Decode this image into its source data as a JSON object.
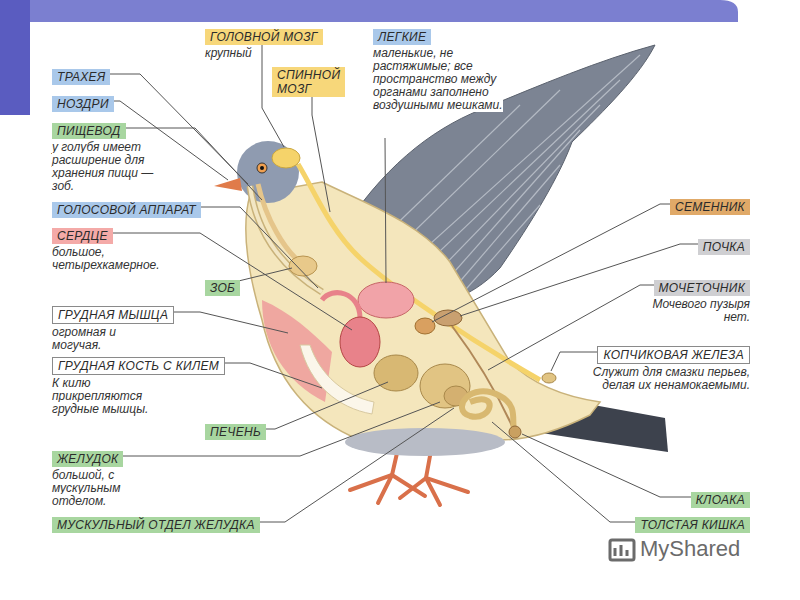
{
  "diagram": {
    "nodes": [
      {
        "text": [
          "ГОЛОВНОЙ МОЗГ",
          "крупный"
        ]
      },
      {
        "text": [
          "ЛЕГКИЕ",
          "маленькие, не растяжимые; все пространство между органами заполнено воздушными мешками."
        ]
      },
      {
        "text": [
          "ТРАХЕЯ"
        ]
      },
      {
        "text": [
          "СПИННОЙ МОЗГ"
        ]
      },
      {
        "text": [
          "НОЗДРИ"
        ]
      },
      {
        "text": [
          "ПИЩЕВОД",
          "у голубя имеет расширение для хранения пищи — зоб."
        ]
      },
      {
        "text": [
          "ГОЛОСОВОЙ АППАРАТ"
        ]
      },
      {
        "text": [
          "СЕРДЦЕ",
          "большое, четырехкамерное."
        ]
      },
      {
        "text": [
          "СЕМЕННИК"
        ]
      },
      {
        "text": [
          "ПОЧКА"
        ]
      },
      {
        "text": [
          "ЗОБ"
        ]
      },
      {
        "text": [
          "МОЧЕТОЧНИК",
          "Мочевого пузыря нет."
        ]
      },
      {
        "text": [
          "ГРУДНАЯ МЫШЦА",
          "огромная и могучая."
        ]
      },
      {
        "text": [
          "ГРУДНАЯ КОСТЬ С КИЛЕМ",
          "К килю прикрепляются грудные мышцы."
        ]
      },
      {
        "text": [
          "КОПЧИКОВАЯ ЖЕЛЕЗА",
          "Служит для смазки перьев, делая их ненамокаемыми."
        ]
      },
      {
        "text": [
          "ПЕЧЕНЬ"
        ]
      },
      {
        "text": [
          "ЖЕЛУДОК",
          "большой, с мускульным отделом."
        ]
      },
      {
        "text": [
          "КЛОАКА"
        ]
      },
      {
        "text": [
          "МУСКУЛЬНЫЙ ОТДЕЛ ЖЕЛУДКА"
        ]
      },
      {
        "text": [
          "ТОЛСТАЯ КИШКА"
        ]
      }
    ],
    "labels": [
      "MyShared"
    ]
  }
}
